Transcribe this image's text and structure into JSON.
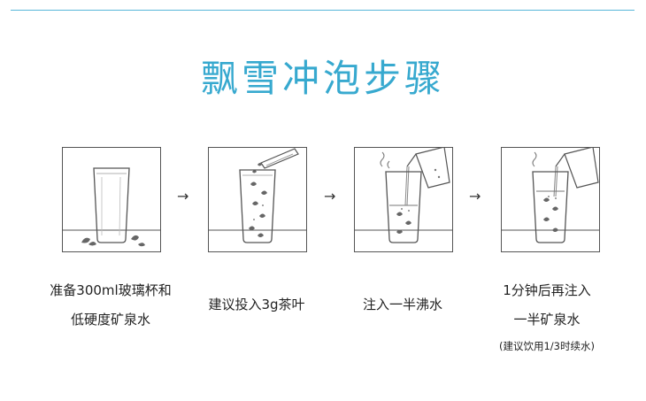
{
  "title": "飘雪冲泡步骤",
  "steps": [
    {
      "lines": [
        "准备300ml玻璃杯和",
        "低硬度矿泉水"
      ]
    },
    {
      "lines": [
        "建议投入3g茶叶"
      ]
    },
    {
      "lines": [
        "注入一半沸水"
      ]
    },
    {
      "lines": [
        "1分钟后再注入",
        "一半矿泉水"
      ],
      "note": "(建议饮用1/3时续水)"
    }
  ],
  "arrow_glyph": "→",
  "colors": {
    "accent": "#37a9cf",
    "line": "#555555"
  }
}
